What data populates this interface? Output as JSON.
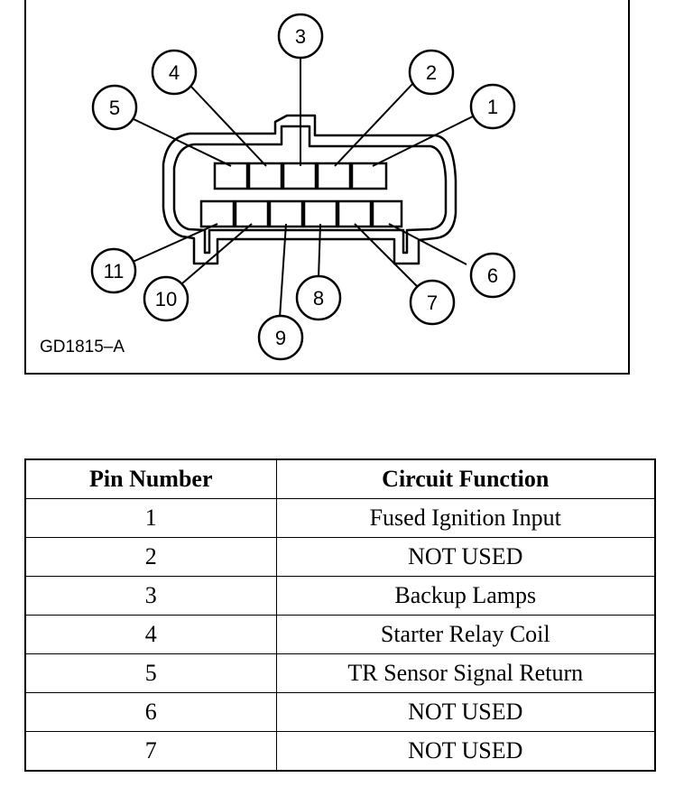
{
  "figure": {
    "id_label": "GD1815–A",
    "pin_callouts": [
      "1",
      "2",
      "3",
      "4",
      "5",
      "6",
      "7",
      "8",
      "9",
      "10",
      "11"
    ]
  },
  "table": {
    "headers": [
      "Pin Number",
      "Circuit Function"
    ],
    "rows": [
      {
        "pin": "1",
        "function": "Fused Ignition Input"
      },
      {
        "pin": "2",
        "function": "NOT USED"
      },
      {
        "pin": "3",
        "function": "Backup Lamps"
      },
      {
        "pin": "4",
        "function": "Starter Relay Coil"
      },
      {
        "pin": "5",
        "function": "TR Sensor Signal Return"
      },
      {
        "pin": "6",
        "function": "NOT USED"
      },
      {
        "pin": "7",
        "function": "NOT USED"
      }
    ]
  }
}
